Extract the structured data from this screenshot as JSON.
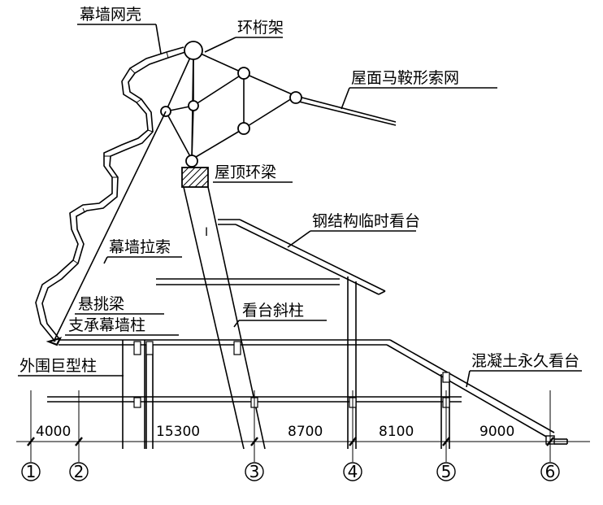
{
  "labels": {
    "curtain_wall_shell": "幕墙网壳",
    "ring_truss": "环桁架",
    "roof_saddle_cable_net": "屋面马鞍形索网",
    "roof_ring_beam": "屋顶环梁",
    "steel_temporary_stand": "钢结构临时看台",
    "curtain_wall_cable": "幕墙拉索",
    "cantilever_beam": "悬挑梁",
    "curtain_wall_support_column": "支承幕墙柱",
    "stand_inclined_column": "看台斜柱",
    "peripheral_mega_column": "外围巨型柱",
    "concrete_permanent_stand": "混凝土永久看台",
    "beam_mark": "I"
  },
  "dimensions": [
    "4000",
    "15300",
    "8700",
    "8100",
    "9000"
  ],
  "axes": [
    "1",
    "2",
    "3",
    "4",
    "5",
    "6"
  ]
}
